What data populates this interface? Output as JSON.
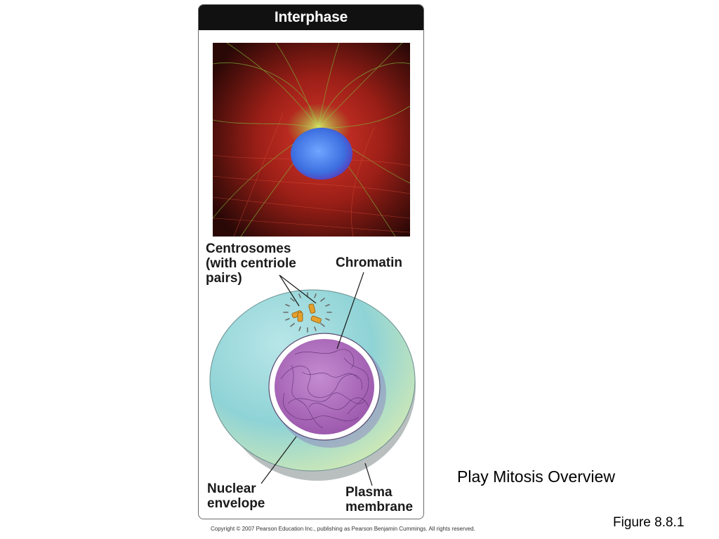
{
  "panel": {
    "title": "Interphase"
  },
  "labels": {
    "centrosomes": "Centrosomes\n(with centriole\npairs)",
    "chromatin": "Chromatin",
    "nuclear_envelope": "Nuclear\nenvelope",
    "plasma_membrane": "Plasma\nmembrane"
  },
  "copyright": "Copyright © 2007 Pearson Education Inc., publishing as Pearson Benjamin Cummings. All rights reserved.",
  "play_link": "Play Mitosis Overview",
  "figure_label": "Figure 8.8.1",
  "colors": {
    "header_bg": "#111111",
    "cytoplasm": "#8fd3d6",
    "nucleus": "#a25cb0",
    "centriole": "#e6a02c"
  }
}
